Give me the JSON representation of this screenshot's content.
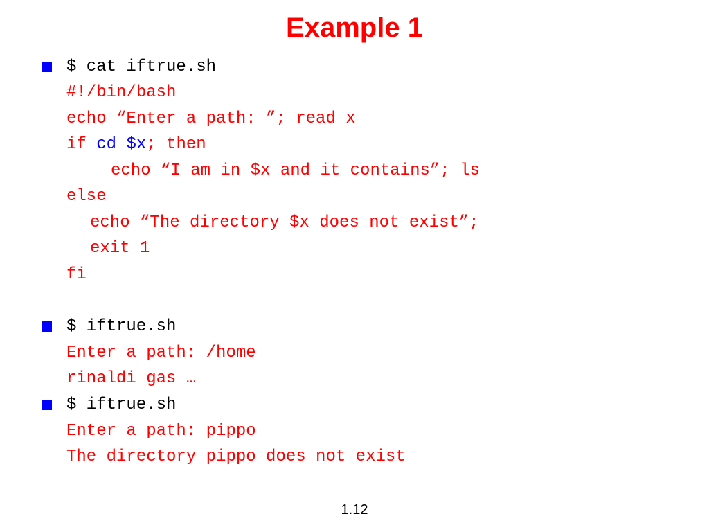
{
  "slide": {
    "title": "Example 1",
    "page_number": "1.12"
  },
  "colors": {
    "title": "#ff0000",
    "command": "#000000",
    "script_text": "#ff0000",
    "highlight": "#0000ff",
    "bullet": "#0000ff"
  },
  "bullets": [
    {
      "command": "$ cat iftrue.sh",
      "lines": [
        "#!/bin/bash",
        "echo “Enter a path: ”; read x",
        {
          "pre": "if ",
          "hl1": "cd",
          "mid": " ",
          "hl2": "$x",
          "post": "; then"
        },
        "echo “I am in $x and it contains”; ls",
        "else",
        "echo “The directory $x does not exist”;",
        "exit 1",
        "fi"
      ]
    },
    {
      "command": "$ iftrue.sh",
      "lines": [
        "Enter a path: /home",
        "rinaldi gas …"
      ]
    },
    {
      "command": "$ iftrue.sh",
      "lines": [
        "Enter a path: pippo",
        "The directory pippo does not exist"
      ]
    }
  ]
}
